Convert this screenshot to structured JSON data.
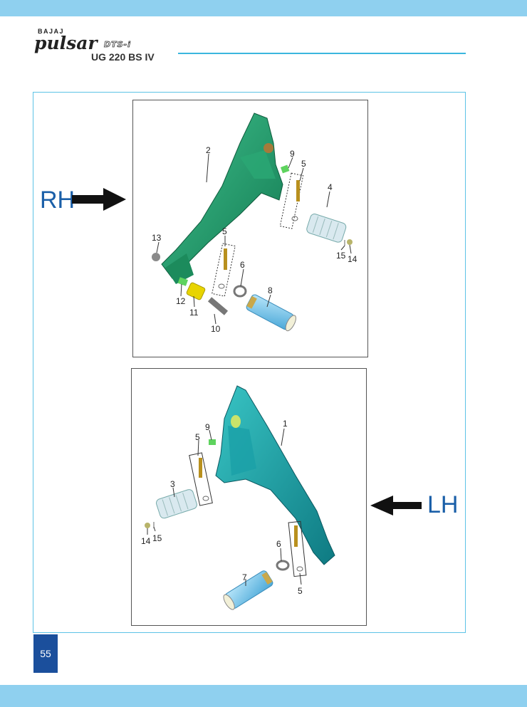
{
  "header": {
    "brand_small": "BAJAJ",
    "brand_logo": "pulsar",
    "brand_sub": "DTS-i",
    "model": "UG 220 BS IV"
  },
  "labels": {
    "rh": "RH",
    "lh": "LH"
  },
  "page_number": "55",
  "colors": {
    "bar": "#8fd0ef",
    "rule": "#3ab6de",
    "frame_border": "#5cc3e6",
    "label_blue": "#1a5fa8",
    "page_badge": "#1b4f9c",
    "rh_bracket": "#1f9a6a",
    "lh_bracket": "#1a9aa0",
    "grip": "#8fd6f0",
    "spacer": "#e8d400"
  },
  "rh_diagram": {
    "callouts": [
      "2",
      "9",
      "5",
      "4",
      "13",
      "5",
      "6",
      "8",
      "15",
      "14",
      "12",
      "11",
      "10"
    ]
  },
  "lh_diagram": {
    "callouts": [
      "9",
      "1",
      "5",
      "3",
      "14",
      "15",
      "6",
      "7",
      "5"
    ]
  }
}
